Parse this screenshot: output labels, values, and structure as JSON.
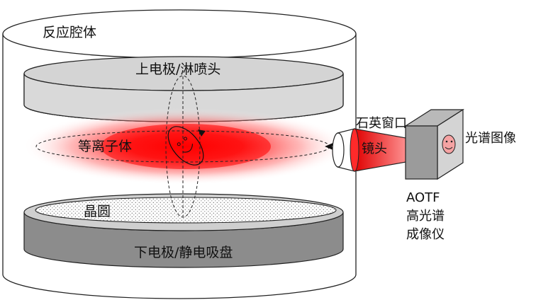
{
  "labels": {
    "chamber": "反应腔体",
    "upper_electrode": "上电极/淋喷头",
    "plasma": "等离子体",
    "wafer": "晶圆",
    "lower_electrode": "下电极/静电吸盘",
    "quartz_window": "石英窗口",
    "lens": "镜头",
    "spectral_image": "光谱图像",
    "aotf_camera": [
      "AOTF",
      "高光谱",
      "成像仪"
    ]
  },
  "colors": {
    "plasma": "#ff1a1a",
    "electrode_face": "#d4d4d4",
    "electrode_side": "#8c8c8c",
    "camera_front": "#d2d2d2",
    "camera_side": "#9b9b9b",
    "camera_top": "#b9b9b9",
    "smiley": "#f5a3a3",
    "wafer_dots": "#6a6a6a"
  }
}
